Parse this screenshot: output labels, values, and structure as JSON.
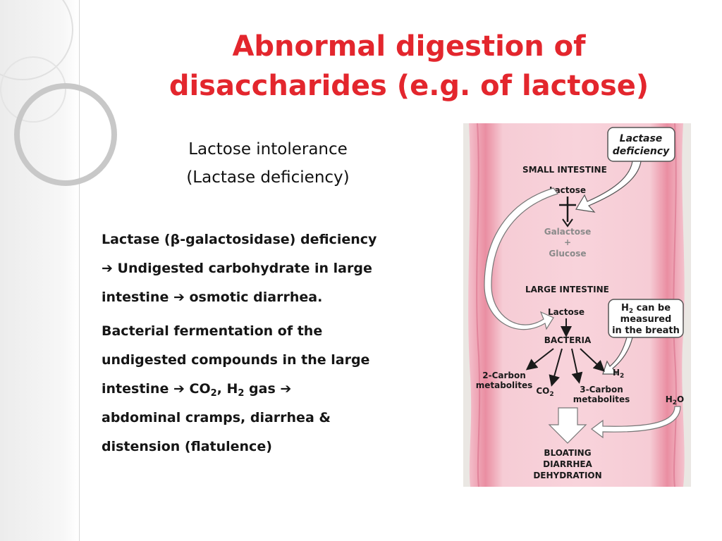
{
  "slide": {
    "title_line1": "Abnormal digestion of",
    "title_line2": "disaccharides (e.g. of lactose)",
    "subtitle_line1": "Lactose intolerance",
    "subtitle_line2": "(Lactase deficiency)",
    "para1": {
      "l1a": "Lactase (",
      "beta": "β",
      "l1b": "-galactosidase) deficiency",
      "l2": "Undigested carbohydrate in large",
      "l3a": "intestine",
      "l3b": "osmotic diarrhea."
    },
    "para2": {
      "l1": "Bacterial fermentation of the",
      "l2": "undigested  compounds in the large",
      "l3a": "intestine",
      "co": "CO",
      "two": "2",
      "h": ", H",
      "gas": " gas",
      "l4": "abdominal cramps, diarrhea &",
      "l5": "distension (flatulence)"
    },
    "arrow_glyph": "➔"
  },
  "figure": {
    "deficiency_line1": "Lactase",
    "deficiency_line2": "deficiency",
    "small_intestine": "SMALL INTESTINE",
    "lactose": "Lactose",
    "galactose": "Galactose",
    "plus": "+",
    "glucose": "Glucose",
    "large_intestine": "LARGE INTESTINE",
    "lactose_2": "Lactose",
    "bacteria": "BACTERIA",
    "h2_line1": "H",
    "h2_sub": "2",
    "h2_rest": " can be",
    "h2_line2": "measured",
    "h2_line3": "in the breath",
    "two_carbon_1": "2-Carbon",
    "two_carbon_2": "metabolites",
    "co2": "CO",
    "co2_sub": "2",
    "h2_gas": "H",
    "h2_gas_sub": "2",
    "three_carbon_1": "3-Carbon",
    "three_carbon_2": "metabolites",
    "h2o": "H",
    "h2o_sub": "2",
    "h2o_o": "O",
    "bloating": "BLOATING",
    "diarrhea": "DIARRHEA",
    "dehydration": "DEHYDRATION"
  },
  "colors": {
    "title": "#e3262d",
    "intestine_light": "#f5c5cf",
    "intestine_mid": "#ee9aab",
    "intestine_dark": "#e07d92",
    "figure_bg": "#eae7e3"
  }
}
